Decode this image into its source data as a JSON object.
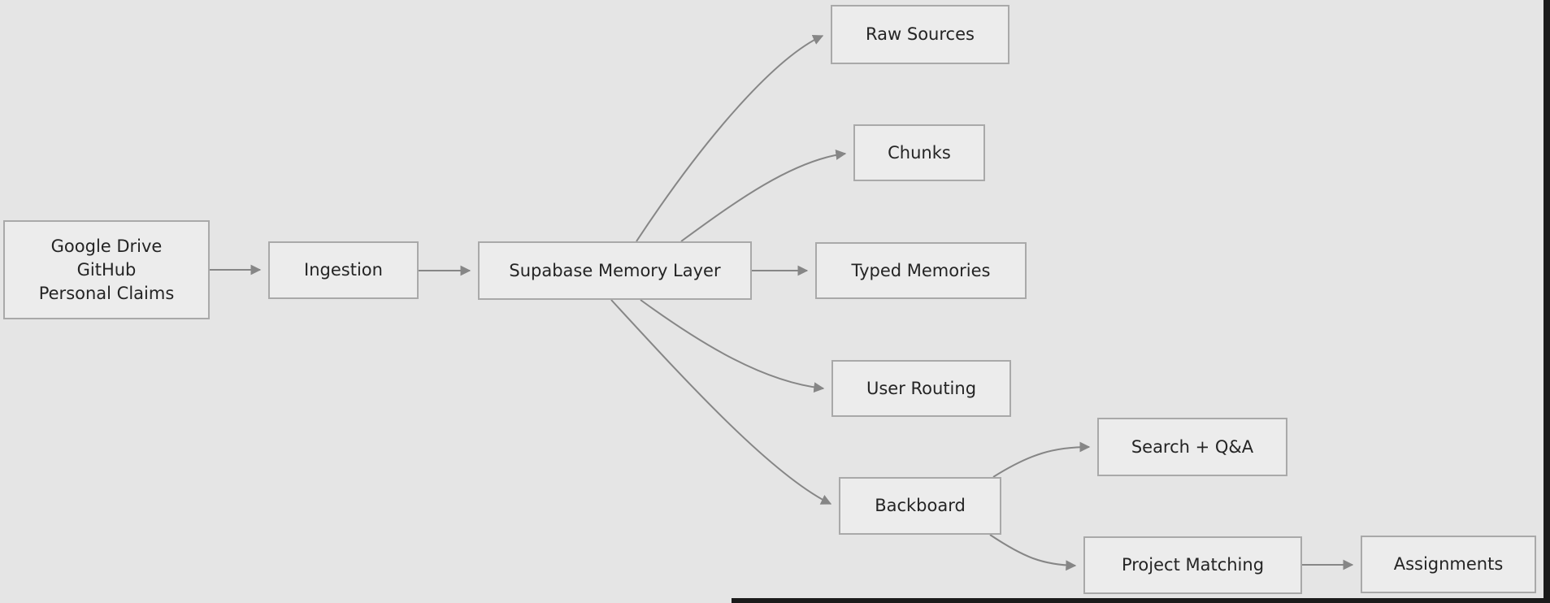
{
  "diagram": {
    "type": "flowchart",
    "direction": "left-to-right",
    "nodes": [
      {
        "id": "sources",
        "label": [
          "Google Drive",
          "GitHub",
          "Personal Claims"
        ]
      },
      {
        "id": "ingestion",
        "label": [
          "Ingestion"
        ]
      },
      {
        "id": "supabase",
        "label": [
          "Supabase Memory Layer"
        ]
      },
      {
        "id": "raw",
        "label": [
          "Raw Sources"
        ]
      },
      {
        "id": "chunks",
        "label": [
          "Chunks"
        ]
      },
      {
        "id": "typed",
        "label": [
          "Typed Memories"
        ]
      },
      {
        "id": "routing",
        "label": [
          "User Routing"
        ]
      },
      {
        "id": "backboard",
        "label": [
          "Backboard"
        ]
      },
      {
        "id": "search",
        "label": [
          "Search + Q&A"
        ]
      },
      {
        "id": "matching",
        "label": [
          "Project Matching"
        ]
      },
      {
        "id": "assignments",
        "label": [
          "Assignments"
        ]
      }
    ],
    "edges": [
      {
        "from": "sources",
        "to": "ingestion"
      },
      {
        "from": "ingestion",
        "to": "supabase"
      },
      {
        "from": "supabase",
        "to": "raw"
      },
      {
        "from": "supabase",
        "to": "chunks"
      },
      {
        "from": "supabase",
        "to": "typed"
      },
      {
        "from": "supabase",
        "to": "routing"
      },
      {
        "from": "supabase",
        "to": "backboard"
      },
      {
        "from": "backboard",
        "to": "search"
      },
      {
        "from": "backboard",
        "to": "matching"
      },
      {
        "from": "matching",
        "to": "assignments"
      }
    ],
    "colors": {
      "background": "#e5e5e5",
      "node_fill": "#ececec",
      "node_border": "#a9a9a9",
      "edge": "#868686",
      "text": "#242424",
      "frame": "#1b1b1b"
    }
  }
}
